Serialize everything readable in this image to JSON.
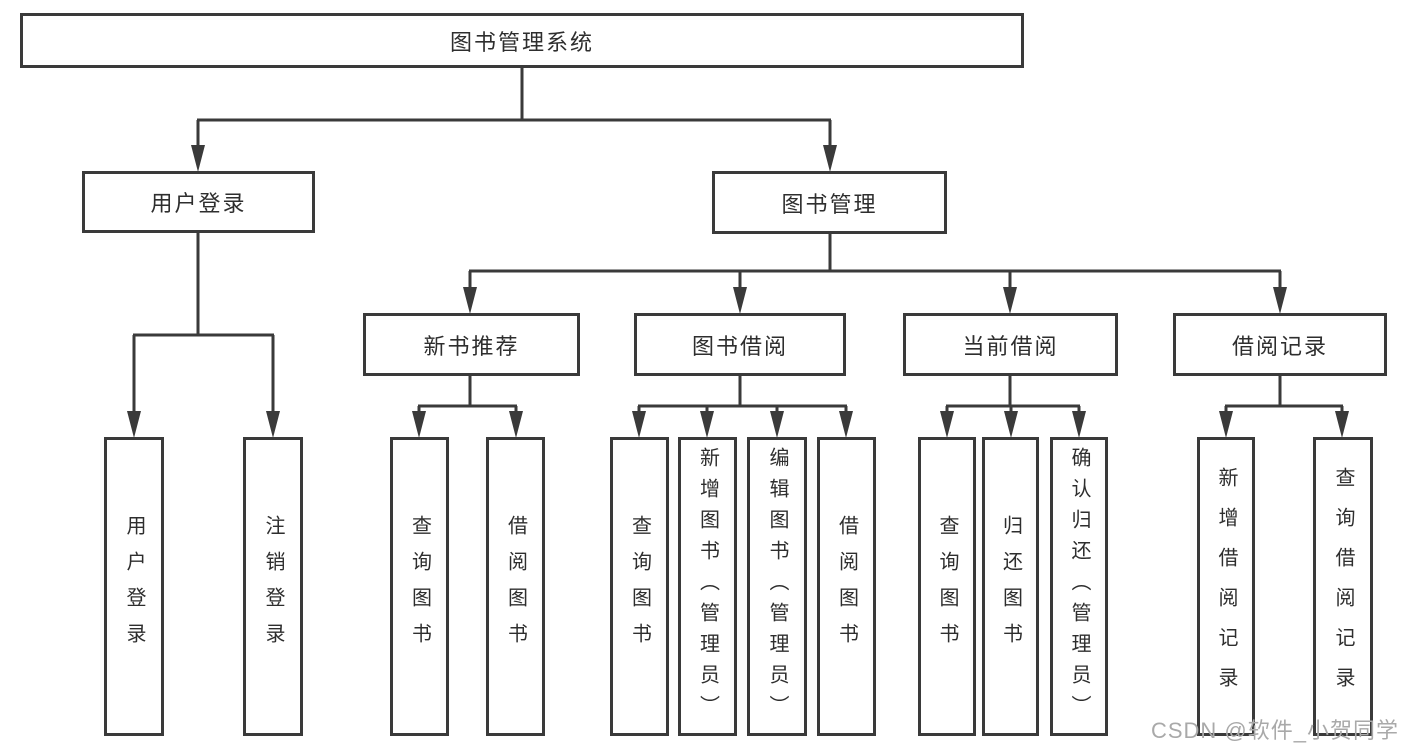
{
  "watermark": "CSDN @软件_小贺同学",
  "colors": {
    "line": "#3a3a3a",
    "text": "#2e2e2e",
    "box_background": "#ffffff",
    "page_background": "#ffffff",
    "watermark_text": "#a9a9a9"
  },
  "diagram": {
    "root": {
      "label": "图书管理系统"
    },
    "branches": [
      {
        "label": "用户登录",
        "children": [
          {
            "label": "用户登录"
          },
          {
            "label": "注销登录"
          }
        ]
      },
      {
        "label": "图书管理",
        "children": [
          {
            "label": "新书推荐",
            "children": [
              {
                "label": "查询图书"
              },
              {
                "label": "借阅图书"
              }
            ]
          },
          {
            "label": "图书借阅",
            "children": [
              {
                "label": "查询图书"
              },
              {
                "label": "新增图书（管理员）"
              },
              {
                "label": "编辑图书（管理员）"
              },
              {
                "label": "借阅图书"
              }
            ]
          },
          {
            "label": "当前借阅",
            "children": [
              {
                "label": "查询图书"
              },
              {
                "label": "归还图书"
              },
              {
                "label": "确认归还（管理员）"
              }
            ]
          },
          {
            "label": "借阅记录",
            "children": [
              {
                "label": "新增借阅记录"
              },
              {
                "label": "查询借阅记录"
              }
            ]
          }
        ]
      }
    ]
  }
}
